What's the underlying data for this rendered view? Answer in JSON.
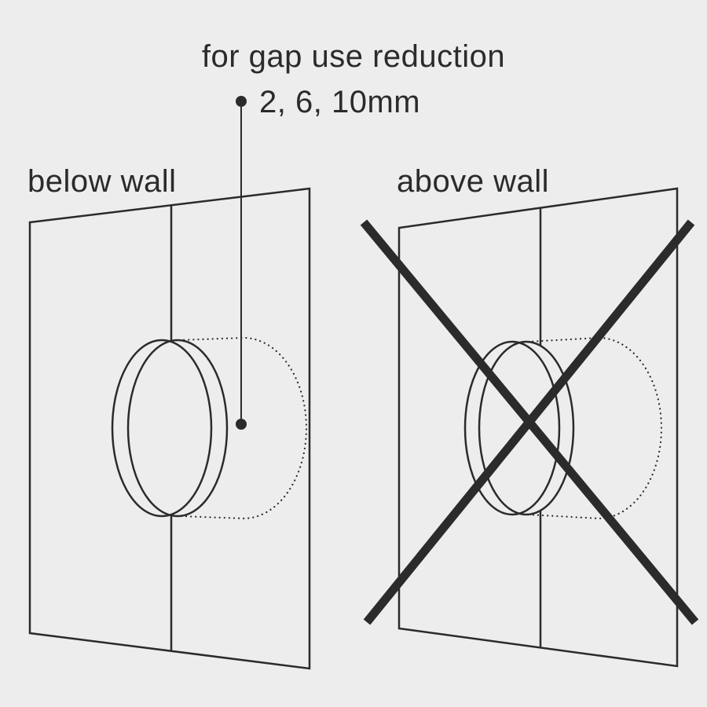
{
  "page": {
    "background_color": "#ededed",
    "line_color": "#2b2b2b"
  },
  "annotation": {
    "line1": "for gap use reduction",
    "line2": "2, 6, 10mm"
  },
  "panels": {
    "left": {
      "label": "below wall",
      "crossed_out": false
    },
    "right": {
      "label": "above wall",
      "crossed_out": true
    }
  }
}
